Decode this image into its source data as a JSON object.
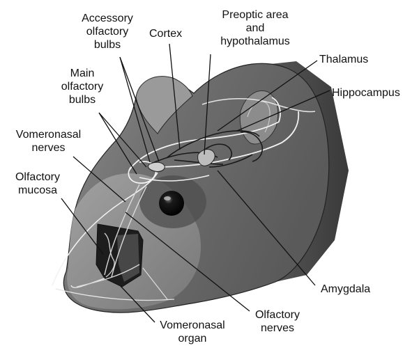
{
  "labels": {
    "accessory_olfactory_bulbs": [
      "Accessory",
      "olfactory",
      "bulbs"
    ],
    "cortex": "Cortex",
    "preoptic_hypothalamus": [
      "Preoptic area",
      "and",
      "hypothalamus"
    ],
    "thalamus": "Thalamus",
    "hippocampus": "Hippocampus",
    "main_olfactory_bulbs": [
      "Main",
      "olfactory",
      "bulbs"
    ],
    "vomeronasal_nerves": [
      "Vomeronasal",
      "nerves"
    ],
    "olfactory_mucosa": [
      "Olfactory",
      "mucosa"
    ],
    "amygdala": "Amygdala",
    "olfactory_nerves": [
      "Olfactory",
      "nerves"
    ],
    "vomeronasal_organ": [
      "Vomeronasal",
      "organ"
    ]
  }
}
